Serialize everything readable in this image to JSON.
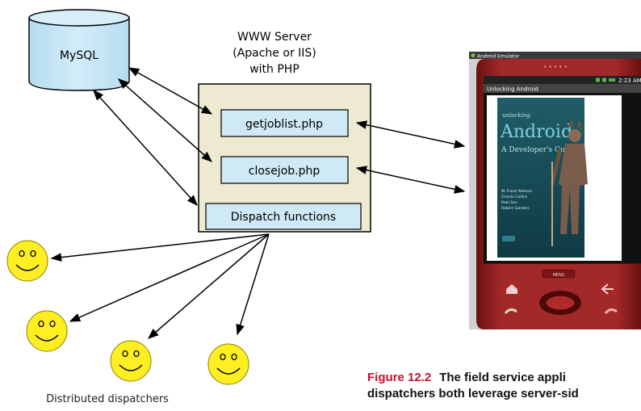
{
  "diagram": {
    "database": {
      "label": "MySQL"
    },
    "server": {
      "title_lines": [
        "WWW Server",
        "(Apache or IIS)",
        "with PHP"
      ],
      "components": [
        "getjoblist.php",
        "closejob.php",
        "Dispatch functions"
      ]
    },
    "device": {
      "emulator_title": "Android Emulator",
      "status_time": "2:23 AM",
      "app_title": "Unlocking Android",
      "book_series": "unlocking",
      "book_title": "Android",
      "book_subtitle": "A Developer's Guide",
      "book_authors": [
        "W. Frank Ableson",
        "Charlie Collins",
        "Robi Sen",
        "Robert Sanders"
      ],
      "menu_label": "MENU"
    },
    "dispatchers_label": "Distributed dispatchers"
  },
  "caption": {
    "figure_number": "Figure 12.2",
    "line1": "The field service appli",
    "line2": "dispatchers both leverage server-sid"
  },
  "colors": {
    "db_fill": "#c9e6f6",
    "server_fill": "#eeead2",
    "box_fill": "#cfe9f6",
    "smiley_fill": "#ffee22",
    "caption_accent": "#c8102e",
    "phone_body": "#8f1c1c"
  }
}
